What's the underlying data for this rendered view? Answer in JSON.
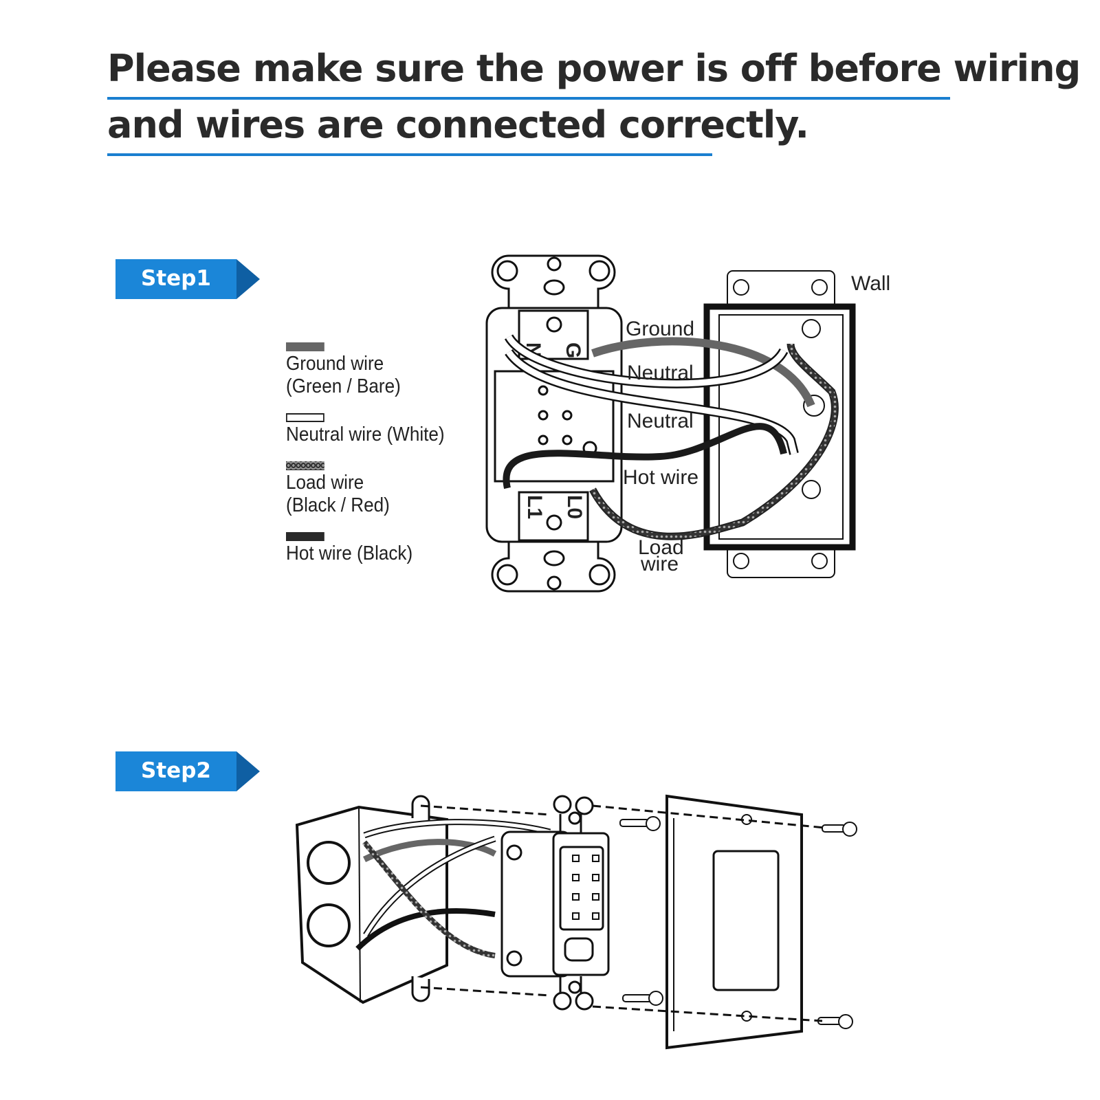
{
  "header": {
    "line1": "Please make sure the power is off before wiring",
    "line2": "and wires are connected correctly."
  },
  "colors": {
    "accent": "#1b86d8",
    "accent_dark": "#0f5fa3",
    "ground": "#666666",
    "hot": "#222222"
  },
  "step1": {
    "badge": "Step1",
    "legend": [
      {
        "label1": "Ground wire",
        "label2": "(Green / Bare)",
        "swatch": "ground"
      },
      {
        "label1": "Neutral wire (White)",
        "label2": "",
        "swatch": "neutral"
      },
      {
        "label1": "Load wire",
        "label2": "(Black / Red)",
        "swatch": "load"
      },
      {
        "label1": "Hot wire (Black)",
        "label2": "",
        "swatch": "hot"
      }
    ],
    "diagram_labels": {
      "ground": "Ground",
      "neutral1": "Neutral",
      "neutral2": "Neutral",
      "hot": "Hot wire",
      "load1": "Load",
      "load2": "wire",
      "wall": "Wall",
      "term_n": "N",
      "term_g": "G",
      "term_l1": "L1",
      "term_l0": "L0"
    }
  },
  "step2": {
    "badge": "Step2"
  }
}
